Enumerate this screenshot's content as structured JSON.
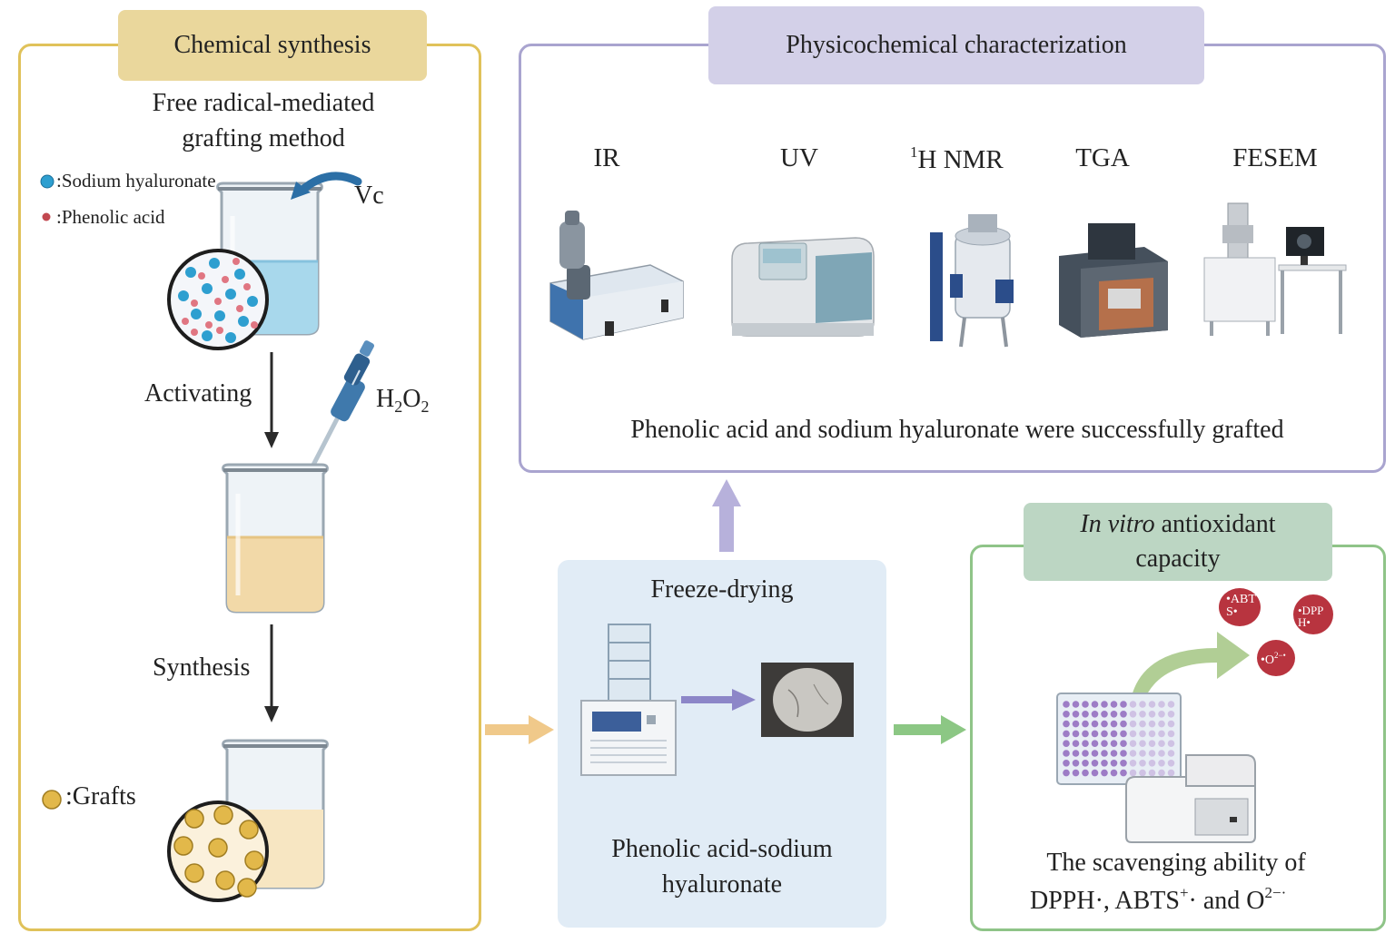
{
  "colors": {
    "chem_border": "#e0c25a",
    "chem_tag": "#ead79c",
    "phys_border": "#a9a4cf",
    "phys_tag": "#d3d0e8",
    "anti_border": "#8fc488",
    "anti_tag": "#bcd6c3",
    "freeze_bg": "#e1ecf6",
    "arrow_orange": "#f0c98a",
    "arrow_purple": "#b7b1db",
    "arrow_green": "#8cc784",
    "radical_red": "#b8343f"
  },
  "chemical": {
    "tag": "Chemical synthesis",
    "method_line1": "Free radical-mediated",
    "method_line2": "grafting method",
    "legend_sodium": ":Sodium hyaluronate",
    "legend_phenolic": ":Phenolic acid",
    "vc": "Vc",
    "activating": "Activating",
    "h2o2_h": "H",
    "h2o2_2a": "2",
    "h2o2_o": "O",
    "h2o2_2b": "2",
    "synthesis": "Synthesis",
    "grafts": ":Grafts"
  },
  "physico": {
    "tag": "Physicochemical characterization",
    "techniques": {
      "ir": "IR",
      "uv": "UV",
      "nmr_sup": "1",
      "nmr": "H NMR",
      "tga": "TGA",
      "fesem": "FESEM"
    },
    "conclusion": "Phenolic acid and sodium hyaluronate were successfully grafted"
  },
  "freeze": {
    "title": "Freeze-drying",
    "product_line1": "Phenolic acid-sodium",
    "product_line2": "hyaluronate"
  },
  "antioxidant": {
    "tag_italic": "In vitro",
    "tag_rest": " antioxidant",
    "tag_line2": "capacity",
    "radical_abts_1": "•ABT",
    "radical_abts_2": "S•",
    "radical_dpph_1": "•DPP",
    "radical_dpph_2": "H•",
    "radical_o2": "•O",
    "radical_o2_sup": "2−•",
    "result_line1": "The scavenging ability of",
    "result_dpph": "DPPH·, ABTS",
    "result_abts_sup": "+",
    "result_mid": "· and O",
    "result_o2_sup": "2−·"
  }
}
